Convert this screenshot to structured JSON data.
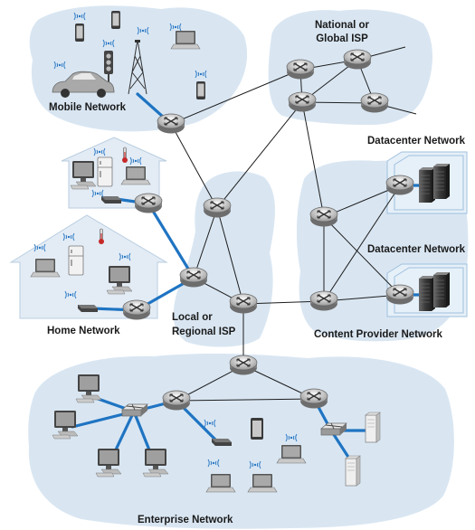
{
  "labels": {
    "mobile_network": "Mobile Network",
    "national_isp_line1": "National or",
    "national_isp_line2": "Global ISP",
    "datacenter_network_top": "Datacenter Network",
    "datacenter_network_bottom": "Datacenter Network",
    "home_network": "Home Network",
    "local_isp_line1": "Local or",
    "local_isp_line2": "Regional ISP",
    "content_provider_network": "Content Provider Network",
    "enterprise_network": "Enterprise Network"
  },
  "colors": {
    "region_fill": "#d9e6f2",
    "access_link": "#1f74c2",
    "backbone_link": "#1e1e1e"
  },
  "icons": [
    "router-icon",
    "switch-icon",
    "server-icon",
    "laptop-icon",
    "desktop-icon",
    "smartphone-icon",
    "tablet-icon",
    "car-icon",
    "cell-tower-icon",
    "traffic-light-icon",
    "refrigerator-icon",
    "thermometer-icon",
    "modem-icon",
    "wifi-icon"
  ]
}
